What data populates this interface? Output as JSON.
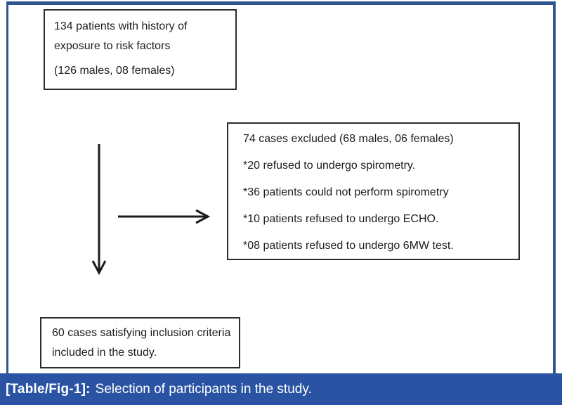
{
  "figure": {
    "top_box": {
      "lines": [
        "134 patients with history of",
        "exposure to risk factors",
        "(126 males, 08 females)"
      ]
    },
    "excluded_box": {
      "lines": [
        "74 cases excluded (68 males, 06 females)",
        "*20 refused to undergo spirometry.",
        "*36 patients could not perform spirometry",
        "*10 patients refused to undergo ECHO.",
        "*08 patients refused to undergo 6MW test."
      ]
    },
    "included_box": {
      "lines": [
        "60 cases satisfying inclusion criteria",
        "included in the study."
      ]
    },
    "caption": {
      "label": "[Table/Fig-1]:",
      "text": "Selection of participants in the study."
    },
    "colors": {
      "caption_bg": "#2a54a3",
      "frame_border": "#2e5590",
      "box_border": "#2c2c2c",
      "arrow": "#1c1c1c",
      "caption_text": "#ffffff"
    }
  }
}
